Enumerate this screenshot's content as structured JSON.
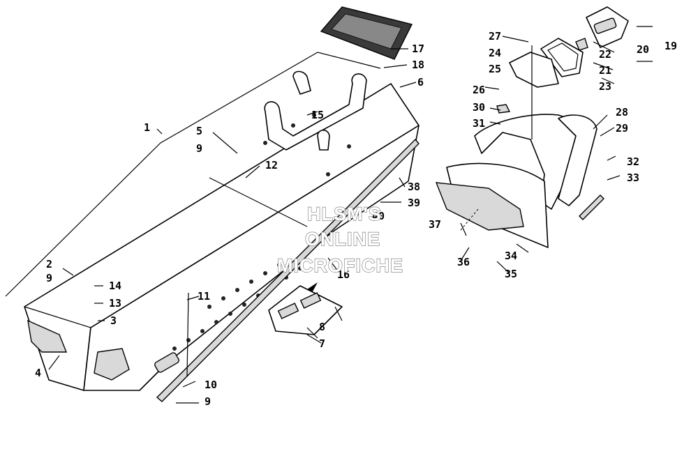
{
  "watermark": {
    "line1": "HLSM'S",
    "line2": "ONLINE",
    "line3": "MICROFICHE"
  },
  "callouts": {
    "c1": "1",
    "c2": "2",
    "c3": "3",
    "c4": "4",
    "c5": "5",
    "c6": "6",
    "c7": "7",
    "c8": "8",
    "c9a": "9",
    "c9b": "9",
    "c9c": "9",
    "c10": "10",
    "c11": "11",
    "c12": "12",
    "c13": "13",
    "c14": "14",
    "c15": "15",
    "c16": "16",
    "c17": "17",
    "c18": "18",
    "c19": "19",
    "c20": "20",
    "c21": "21",
    "c22": "22",
    "c23": "23",
    "c24": "24",
    "c25": "25",
    "c26": "26",
    "c27": "27",
    "c28": "28",
    "c29": "29",
    "c30": "30",
    "c31": "31",
    "c32": "32",
    "c33": "33",
    "c34": "34",
    "c35": "35",
    "c36": "36",
    "c37": "37",
    "c38": "38",
    "c39": "39",
    "c40": "40"
  },
  "colors": {
    "line": "#000000",
    "watermark_outline": "#8a8a8a",
    "part_fill": "#ffffff",
    "shade": "#d9d9d9"
  }
}
